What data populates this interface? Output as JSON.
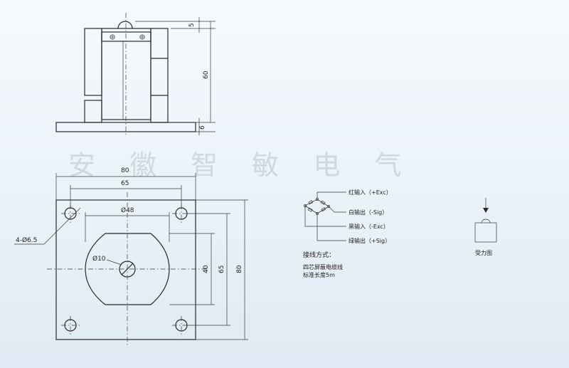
{
  "watermark": "安 徽 智 敏 电 气",
  "side_view": {
    "dims": {
      "top_gap": "5",
      "height": "60",
      "base": "6"
    }
  },
  "top_view": {
    "dims": {
      "overall_width": "80",
      "hole_spacing_x": "65",
      "diameter_48": "Ø48",
      "diameter_10": "Ø10",
      "holes": "4-Ø6.5",
      "height_40": "40",
      "height_65": "65",
      "height_80": "80"
    }
  },
  "wiring": {
    "wires": [
      "红输入（+Exc）",
      "白输出（-Sig）",
      "黑输入（-Exc）",
      "绿输出（+Sig）"
    ],
    "title": "接线方式：",
    "notes": [
      "四芯屏蔽电缆线",
      "标准长度5m"
    ]
  },
  "force_diagram": {
    "label": "受力图"
  }
}
